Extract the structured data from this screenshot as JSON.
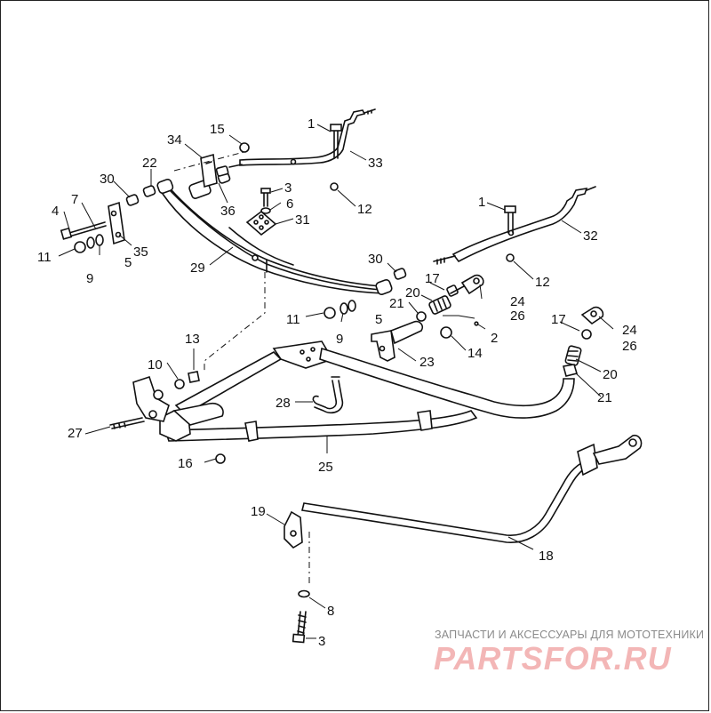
{
  "diagram": {
    "callouts": {
      "c1a": "1",
      "c1b": "1",
      "c2": "2",
      "c3a": "3",
      "c3b": "3",
      "c4": "4",
      "c5a": "5",
      "c5b": "5",
      "c6": "6",
      "c7": "7",
      "c8": "8",
      "c9a": "9",
      "c9b": "9",
      "c10": "10",
      "c11a": "11",
      "c11b": "11",
      "c12a": "12",
      "c12b": "12",
      "c13": "13",
      "c14": "14",
      "c15": "15",
      "c16": "16",
      "c17a": "17",
      "c17b": "17",
      "c18": "18",
      "c19": "19",
      "c20a": "20",
      "c20b": "20",
      "c21a": "21",
      "c21b": "21",
      "c22": "22",
      "c23": "23",
      "c24a": "24",
      "c24b": "24",
      "c25": "25",
      "c26a": "26",
      "c26b": "26",
      "c27": "27",
      "c28": "28",
      "c29": "29",
      "c30a": "30",
      "c30b": "30",
      "c31": "31",
      "c32": "32",
      "c33": "33",
      "c34": "34",
      "c35": "35",
      "c36": "36"
    }
  },
  "watermark": {
    "caption": "ЗАПЧАСТИ И АКСЕССУАРЫ ДЛЯ МОТОТЕХНИКИ",
    "logo": "PARTSFOR.RU"
  }
}
